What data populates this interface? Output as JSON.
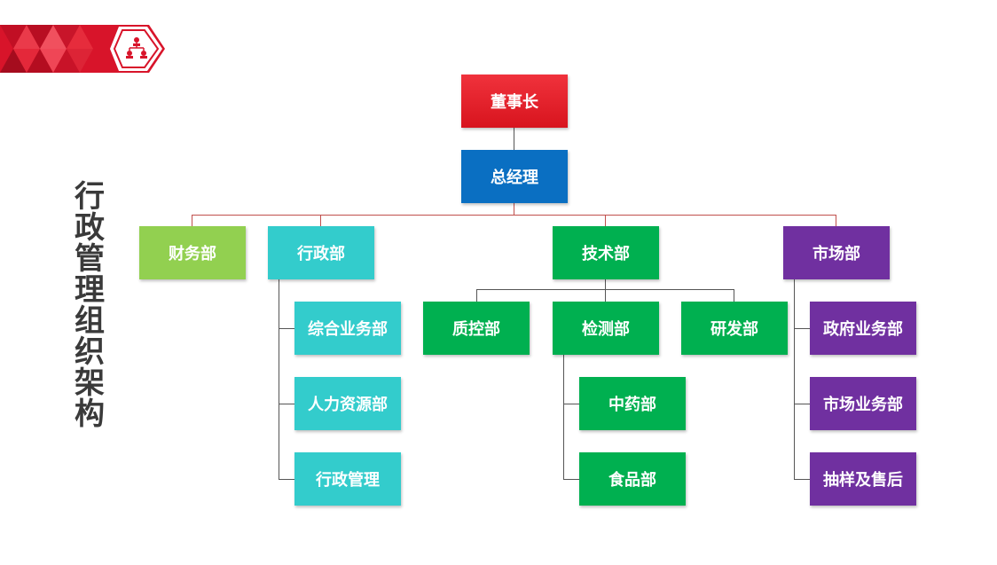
{
  "title_chars": [
    "行",
    "政",
    "管",
    "理",
    "组",
    "织",
    "架",
    "构"
  ],
  "colors": {
    "red": "#e8202a",
    "blue": "#0a6fc2",
    "lightgreen": "#92d050",
    "teal": "#33cccc",
    "green": "#00b050",
    "purple": "#7030a0",
    "line_red": "#c0504d",
    "line_dark": "#555555"
  },
  "nodes": {
    "chairman": "董事长",
    "gm": "总经理",
    "finance": "财务部",
    "admin": "行政部",
    "tech": "技术部",
    "market": "市场部",
    "admin_general": "综合业务部",
    "admin_hr": "人力资源部",
    "admin_mgmt": "行政管理",
    "tech_qc": "质控部",
    "tech_test": "检测部",
    "tech_rd": "研发部",
    "test_tcm": "中药部",
    "test_food": "食品部",
    "market_gov": "政府业务部",
    "market_biz": "市场业务部",
    "market_sampling": "抽样及售后"
  },
  "icons": [
    "org-chart-icon"
  ]
}
